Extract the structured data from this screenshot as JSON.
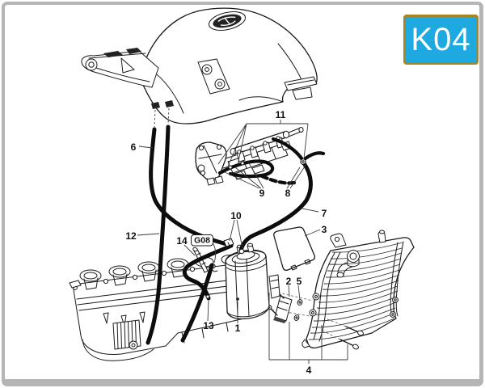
{
  "page": {
    "background": "#ffffff",
    "frame_color": "#b5b5b5",
    "line_color": "#1a1a1a",
    "hose_color": "#0d0d0d"
  },
  "badge": {
    "code": "K04",
    "bg_color": "#1ea9e0",
    "border_color": "#a9851f",
    "text_color": "#ffffff"
  },
  "diagram": {
    "ref_label": "G08",
    "callouts": [
      {
        "num": "1"
      },
      {
        "num": "2"
      },
      {
        "num": "3"
      },
      {
        "num": "4"
      },
      {
        "num": "5"
      },
      {
        "num": "6"
      },
      {
        "num": "7"
      },
      {
        "num": "8"
      },
      {
        "num": "9"
      },
      {
        "num": "10"
      },
      {
        "num": "11"
      },
      {
        "num": "12"
      },
      {
        "num": "13"
      },
      {
        "num": "14"
      }
    ]
  }
}
